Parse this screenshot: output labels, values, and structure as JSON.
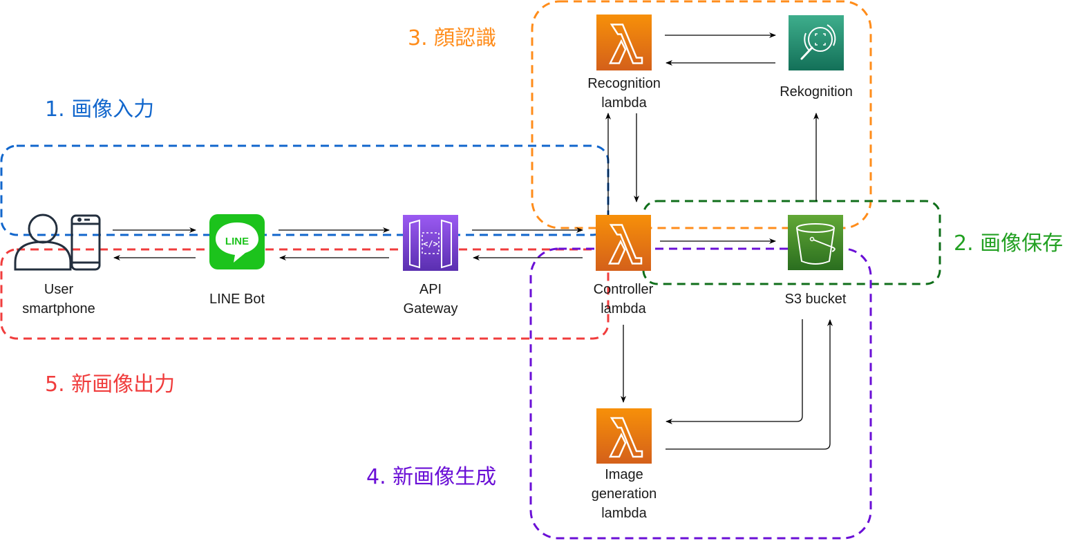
{
  "colors": {
    "blue": "#1166cc",
    "red": "#f03c3c",
    "orange": "#ff8c1a",
    "green": "#0f6e1a",
    "green_label": "#22a022",
    "purple": "#6a0fd6",
    "lambda_top": "#f79009",
    "lambda_bottom": "#d4601a",
    "api_top": "#9b5af2",
    "api_bottom": "#5a2fb0",
    "rekognition_top": "#3eae8c",
    "rekognition_bottom": "#137058",
    "s3_top": "#62a836",
    "s3_bottom": "#2a6e1f",
    "line_green": "#1cc31c",
    "user_icon": "#232f3e",
    "arrow": "#000000"
  },
  "groups": [
    {
      "id": "input",
      "label": "1. 画像入力",
      "color_key": "blue"
    },
    {
      "id": "storage",
      "label": "2. 画像保存",
      "color_key": "green_label"
    },
    {
      "id": "recognition",
      "label": "3. 顔認識",
      "color_key": "orange"
    },
    {
      "id": "generation",
      "label": "4. 新画像生成",
      "color_key": "purple"
    },
    {
      "id": "output",
      "label": "5. 新画像出力",
      "color_key": "red"
    }
  ],
  "nodes": {
    "user": {
      "lines": [
        "User",
        "smartphone"
      ],
      "icon": "user-smartphone-icon"
    },
    "line_bot": {
      "lines": [
        "LINE Bot"
      ],
      "icon": "line-icon",
      "icon_text": "LINE"
    },
    "api_gateway": {
      "lines": [
        "API",
        "Gateway"
      ],
      "icon": "api-gateway-icon",
      "icon_text": "</>"
    },
    "controller": {
      "lines": [
        "Controller",
        "lambda"
      ],
      "icon": "lambda-icon"
    },
    "s3": {
      "lines": [
        "S3 bucket"
      ],
      "icon": "s3-bucket-icon"
    },
    "recognition_lambda": {
      "lines": [
        "Recognition",
        "lambda"
      ],
      "icon": "lambda-icon"
    },
    "rekognition": {
      "lines": [
        "Rekognition"
      ],
      "icon": "rekognition-icon"
    },
    "image_generation_lambda": {
      "lines": [
        "Image",
        "generation",
        "lambda"
      ],
      "icon": "lambda-icon"
    }
  },
  "edges": [
    {
      "from": "user",
      "to": "line_bot"
    },
    {
      "from": "line_bot",
      "to": "user"
    },
    {
      "from": "line_bot",
      "to": "api_gateway"
    },
    {
      "from": "api_gateway",
      "to": "line_bot"
    },
    {
      "from": "api_gateway",
      "to": "controller"
    },
    {
      "from": "controller",
      "to": "api_gateway"
    },
    {
      "from": "controller",
      "to": "s3"
    },
    {
      "from": "controller",
      "to": "recognition_lambda"
    },
    {
      "from": "recognition_lambda",
      "to": "controller"
    },
    {
      "from": "recognition_lambda",
      "to": "rekognition"
    },
    {
      "from": "rekognition",
      "to": "recognition_lambda"
    },
    {
      "from": "s3",
      "to": "rekognition"
    },
    {
      "from": "controller",
      "to": "image_generation_lambda"
    },
    {
      "from": "s3",
      "to": "image_generation_lambda"
    },
    {
      "from": "image_generation_lambda",
      "to": "s3"
    }
  ]
}
